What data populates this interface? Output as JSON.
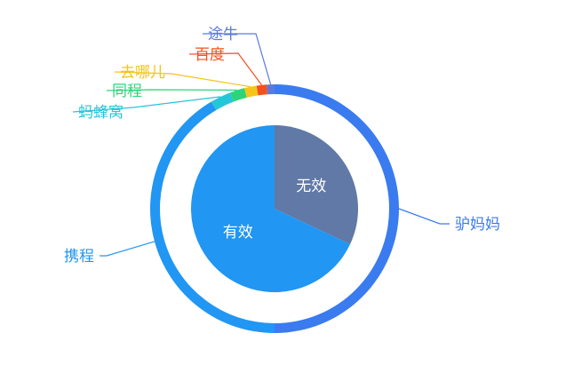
{
  "chart_data": {
    "type": "pie",
    "inner_pie": {
      "slices": [
        {
          "label": "无效",
          "value": 32,
          "color": "#6079a6"
        },
        {
          "label": "有效",
          "value": 68,
          "color": "#2196f3"
        }
      ]
    },
    "outer_ring": {
      "slices": [
        {
          "label": "驴妈妈",
          "value": 50,
          "color": "#3a7bef"
        },
        {
          "label": "携程",
          "value": 41.5,
          "color": "#2196f3"
        },
        {
          "label": "蚂蜂窝",
          "value": 2.7,
          "color": "#26c6da"
        },
        {
          "label": "同程",
          "value": 1.9,
          "color": "#2ed47a"
        },
        {
          "label": "去哪儿",
          "value": 1.6,
          "color": "#f5c518"
        },
        {
          "label": "百度",
          "value": 1.3,
          "color": "#f4511e"
        },
        {
          "label": "途牛",
          "value": 1.0,
          "color": "#5c7bd9"
        }
      ]
    }
  }
}
